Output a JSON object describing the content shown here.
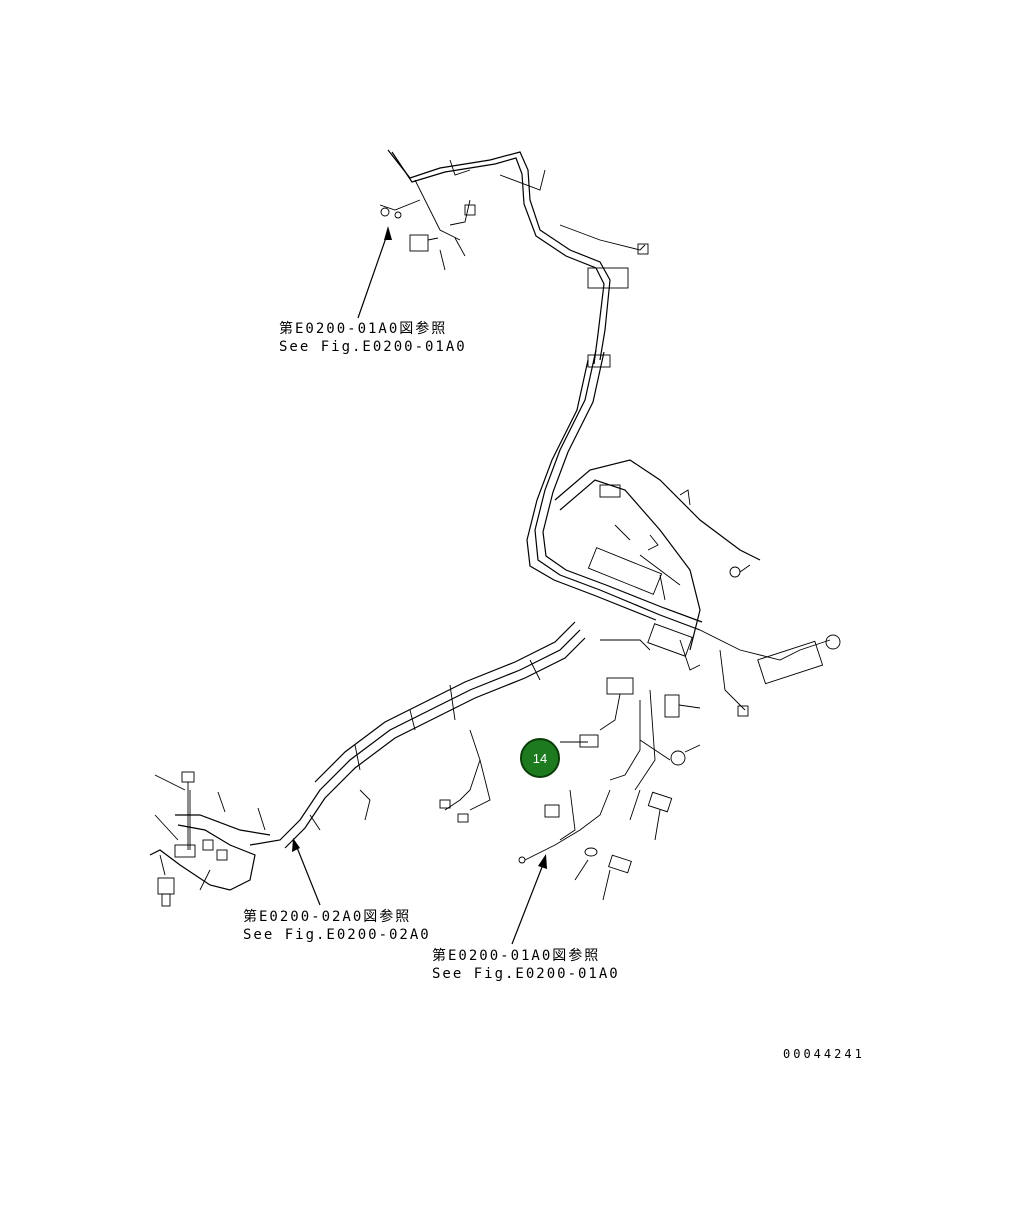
{
  "references": [
    {
      "line1": "第E0200-01A0図参照",
      "line2": "See Fig.E0200-01A0"
    },
    {
      "line1": "第E0200-02A0図参照",
      "line2": "See Fig.E0200-02A0"
    },
    {
      "line1": "第E0200-01A0図参照",
      "line2": "See Fig.E0200-01A0"
    }
  ],
  "callout": {
    "label": "14",
    "fill": "#1e7a1e",
    "border": "#0b3d0b"
  },
  "drawing_code": "00044241"
}
